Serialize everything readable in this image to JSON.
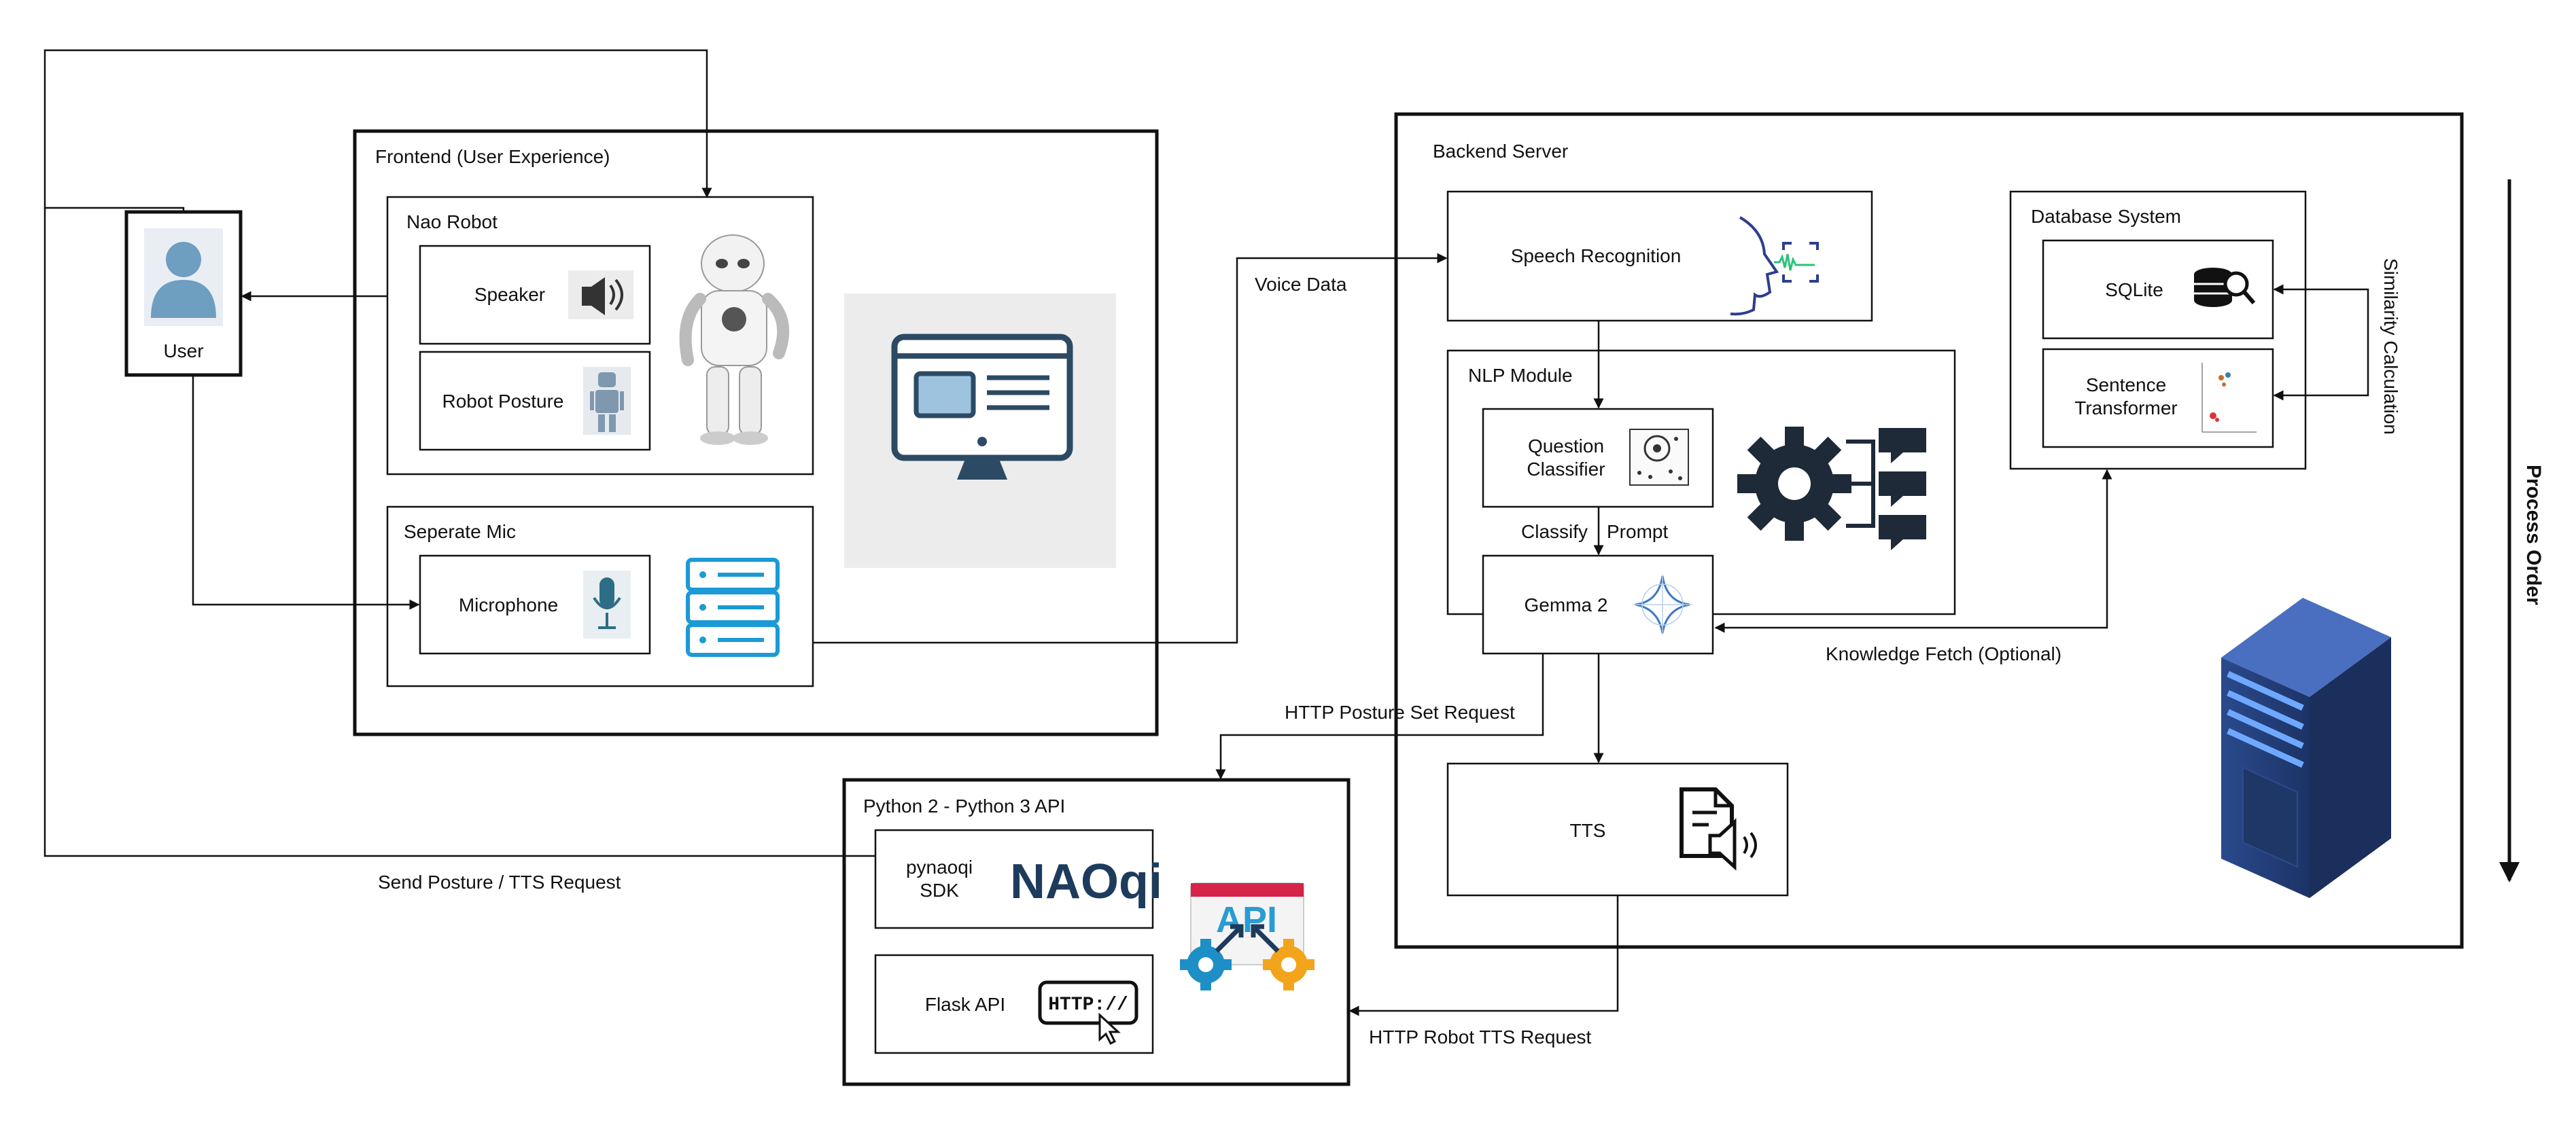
{
  "frontend": {
    "title": "Frontend (User Experience)",
    "nao_robot": {
      "title": "Nao Robot",
      "speaker": "Speaker",
      "robot_posture": "Robot Posture"
    },
    "separate_mic": {
      "title": "Seperate Mic",
      "microphone": "Microphone"
    }
  },
  "user": {
    "label": "User"
  },
  "backend": {
    "title": "Backend Server",
    "speech_recognition": "Speech Recognition",
    "nlp_module": {
      "title": "NLP Module",
      "question_classifier_line1": "Question",
      "question_classifier_line2": "Classifier",
      "gemma": "Gemma 2"
    },
    "tts": "TTS",
    "database": {
      "title": "Database System",
      "sqlite": "SQLite",
      "sentence_transformer_line1": "Sentence",
      "sentence_transformer_line2": "Transformer"
    }
  },
  "python_api": {
    "title": "Python 2 - Python 3 API",
    "pynaoqi_line1": "pynaoqi",
    "pynaoqi_line2": "SDK",
    "naoqi_logo_text": "NAOqi",
    "flask": "Flask API",
    "http_badge": "HTTP://",
    "api_badge": "API"
  },
  "edges": {
    "voice_data": "Voice Data",
    "classify": "Classify",
    "prompt": "Prompt",
    "knowledge_fetch": "Knowledge Fetch (Optional)",
    "similarity_calculation": "Similarity Calculation",
    "http_posture": "HTTP Posture Set Request",
    "send_posture": "Send Posture / TTS Request",
    "http_tts": "HTTP Robot TTS Request"
  },
  "process_order": "Process Order",
  "colors": {
    "line": "#111111",
    "accent_blue": "#2c4a63",
    "icon_blue": "#6e9ec0",
    "mic_blue": "#1b9ad6",
    "server_blue": "#233f78"
  },
  "icons": [
    "user-avatar-icon",
    "speaker-icon",
    "robot-icon",
    "nao-robot-image",
    "monitor-icon",
    "microphone-icon",
    "server-rack-icon",
    "speech-face-icon",
    "quiz-chart-icon",
    "gear-chat-icon",
    "sparkle-icon",
    "document-speaker-icon",
    "database-search-icon",
    "scatter-plot-icon",
    "http-cursor-icon",
    "api-gears-icon",
    "server-tower-icon"
  ]
}
